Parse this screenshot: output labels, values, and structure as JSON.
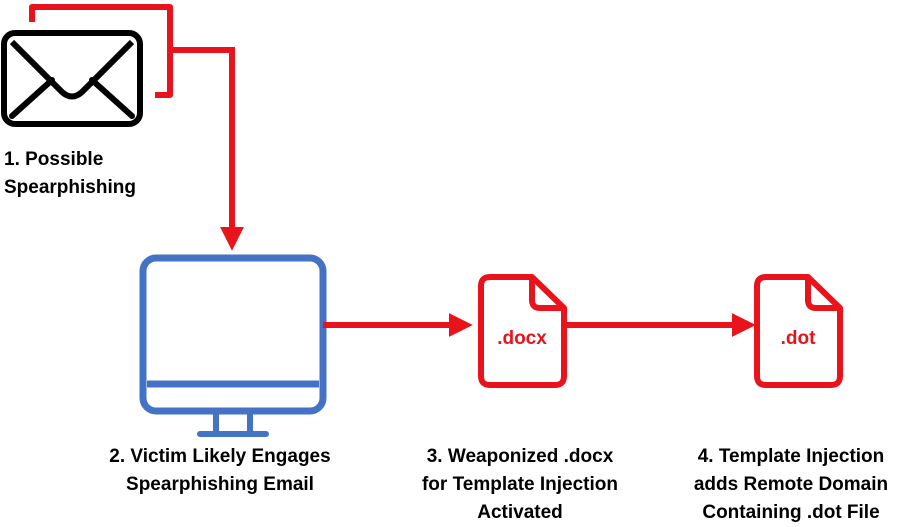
{
  "colors": {
    "flow": "#e8131b",
    "monitor": "#4472c4",
    "envelope": "#000000",
    "text": "#000000"
  },
  "icons": {
    "email": "envelope-icon",
    "victim": "monitor-icon",
    "docx": "document-icon",
    "dot": "document-icon"
  },
  "steps": [
    {
      "lines": [
        "1. Possible",
        "Spearphishing"
      ]
    },
    {
      "lines": [
        "2. Victim Likely Engages",
        "Spearphishing Email"
      ]
    },
    {
      "lines": [
        "3. Weaponized .docx",
        "for Template Injection",
        "Activated"
      ]
    },
    {
      "lines": [
        "4. Template Injection",
        "adds Remote Domain",
        "Containing .dot File"
      ]
    }
  ],
  "documents": {
    "docx_label": ".docx",
    "dot_label": ".dot"
  }
}
